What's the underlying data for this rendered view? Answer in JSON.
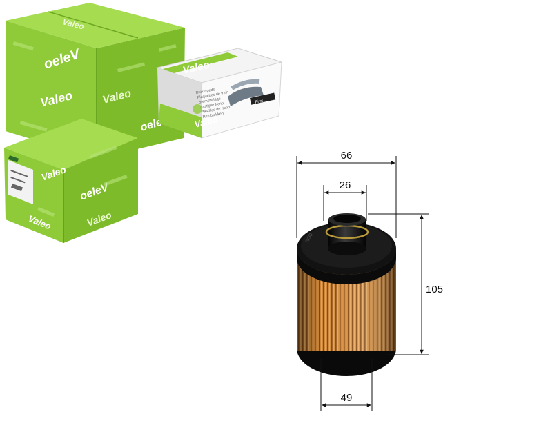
{
  "boxes": {
    "brand": "Valeo",
    "mirrored_brand": "oeleV",
    "pad_box_lines": [
      "Brake pads",
      "Plaquettes de frein",
      "Bremsbeläge",
      "Pastiglie freno",
      "Pastillas de freno",
      "Remblokken"
    ],
    "pad_box_tag": "First"
  },
  "filter": {
    "dimensions": {
      "top_outer": "66",
      "top_neck": "26",
      "height": "105",
      "bottom": "49"
    }
  },
  "colors": {
    "box_green": "#95d13a",
    "box_green_dark": "#6fae22",
    "box_green_side": "#7fbd2c",
    "media_orange": "#d98e3c",
    "cap_black": "#141414"
  }
}
